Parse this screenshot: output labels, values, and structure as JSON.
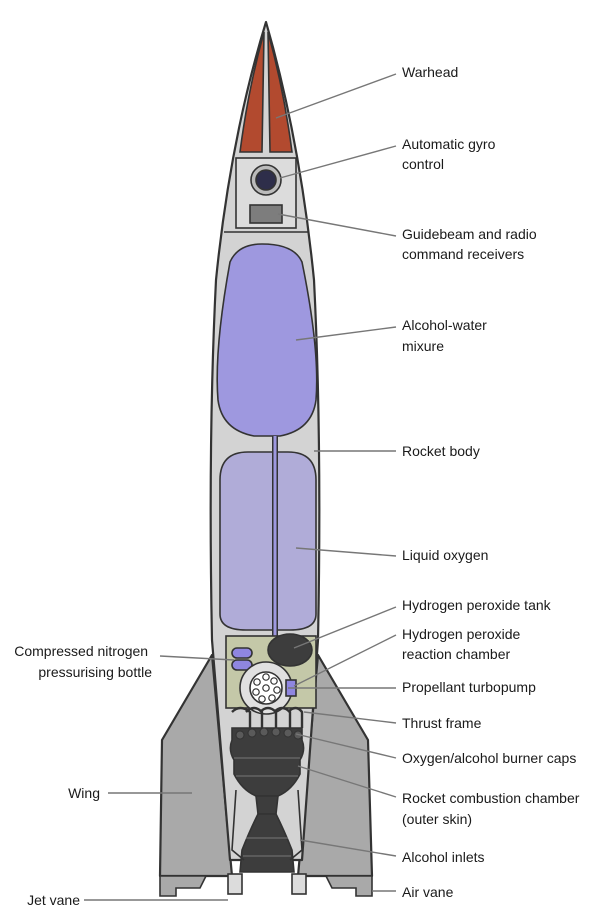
{
  "colors": {
    "body": "#d3d3d3",
    "wing": "#a9a9a9",
    "warhead": "#b24a2f",
    "alcohol_tank": "#9e98df",
    "oxygen_tank": "#b0acd8",
    "engine": "#3d3d3d",
    "outline": "#333333",
    "leader": "#777777"
  },
  "labels": {
    "warhead": [
      "Warhead"
    ],
    "gyro": [
      "Automatic gyro",
      "control"
    ],
    "guidebeam": [
      "Guidebeam and radio",
      "command receivers"
    ],
    "alcohol": [
      "Alcohol-water",
      "mixure"
    ],
    "body": [
      "Rocket body"
    ],
    "lox": [
      "Liquid oxygen"
    ],
    "h2o2_tank": [
      "Hydrogen peroxide tank"
    ],
    "h2o2_chamber": [
      "Hydrogen peroxide",
      "reaction chamber"
    ],
    "nitrogen": [
      "Compressed nitrogen",
      "pressurising bottle"
    ],
    "turbopump": [
      "Propellant turbopump"
    ],
    "thrust_frame": [
      "Thrust frame"
    ],
    "burner_caps": [
      "Oxygen/alcohol burner caps"
    ],
    "combustion": [
      "Rocket combustion chamber",
      "(outer skin)"
    ],
    "wing": [
      "Wing"
    ],
    "alcohol_inlets": [
      "Alcohol inlets"
    ],
    "jet_vane": [
      "Jet vane"
    ],
    "air_vane": [
      "Air vane"
    ]
  }
}
